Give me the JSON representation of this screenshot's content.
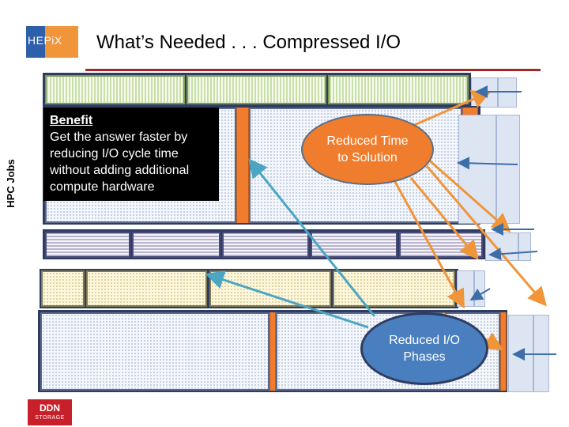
{
  "header": {
    "logo_text": "HEPiX",
    "title": "What’s Needed . . . Compressed I/O"
  },
  "axis": {
    "ylabel": "HPC Jobs"
  },
  "benefit": {
    "heading": "Benefit",
    "body": "Get the answer faster by reducing I/O cycle time without adding additional compute hardware"
  },
  "bubbles": {
    "reduced_time": "Reduced Time to Solution",
    "reduced_io": "Reduced I/O Phases"
  },
  "footer": {
    "logo_line1": "DDN",
    "logo_line2": "STORAGE"
  },
  "colors": {
    "accent_orange": "#f07d2e",
    "accent_blue": "#4a7fbf",
    "arrow_teal": "#4aa6c3",
    "arrow_blue": "#3c6ea8",
    "title_rule": "#a3282c"
  },
  "icons": [
    "arrow-icon"
  ]
}
